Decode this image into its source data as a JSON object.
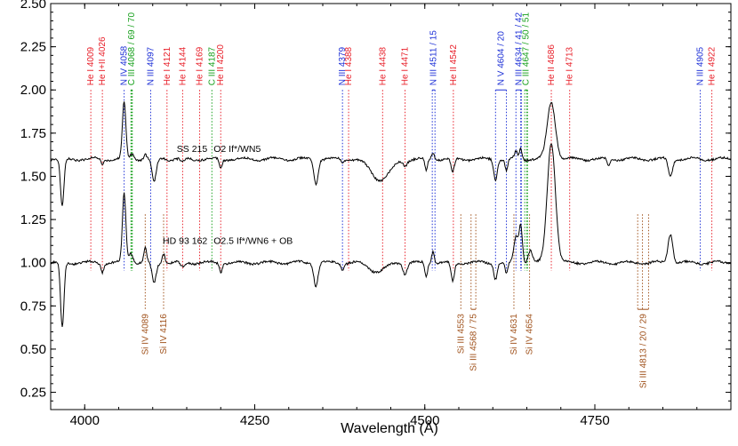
{
  "chart_data": {
    "type": "line",
    "xlabel": "Wavelength (Å)",
    "ylabel": "",
    "xlim": [
      3950,
      4950
    ],
    "ylim": [
      0.15,
      2.5
    ],
    "x_ticks": [
      4000,
      4250,
      4500,
      4750
    ],
    "y_ticks": [
      0.25,
      0.5,
      0.75,
      1.0,
      1.25,
      1.5,
      1.75,
      2.0,
      2.25,
      2.5
    ],
    "y_tick_labels": [
      "0.25",
      "0.50",
      "0.75",
      "1.00",
      "1.25",
      "1.50",
      "1.75",
      "2.00",
      "2.25",
      "2.50"
    ],
    "colors": {
      "he": "#e8202a",
      "n": "#1c2fd6",
      "c": "#17a01c",
      "si": "#a0521c",
      "spectrum": "#000000"
    },
    "series": [
      {
        "name": "SS 215",
        "star_label": "SS 215",
        "sp_type": "O2 If*/WN5",
        "label_at": [
          4200,
          1.64
        ],
        "continuum": 1.6,
        "features": [
          {
            "c": 3967,
            "a": -0.28,
            "w": 2.5
          },
          {
            "c": 4026,
            "a": -0.03,
            "w": 2
          },
          {
            "c": 4058,
            "a": 0.33,
            "w": 2.5
          },
          {
            "c": 4070,
            "a": 0.03,
            "w": 3
          },
          {
            "c": 4089,
            "a": 0.03,
            "w": 2
          },
          {
            "c": 4102,
            "a": -0.14,
            "w": 3
          },
          {
            "c": 4116,
            "a": 0.01,
            "w": 2
          },
          {
            "c": 4144,
            "a": -0.02,
            "w": 3
          },
          {
            "c": 4200,
            "a": -0.05,
            "w": 2
          },
          {
            "c": 4340,
            "a": -0.14,
            "w": 3
          },
          {
            "c": 4379,
            "a": -0.02,
            "w": 2
          },
          {
            "c": 4435,
            "a": -0.12,
            "w": 14
          },
          {
            "c": 4471,
            "a": -0.03,
            "w": 3
          },
          {
            "c": 4502,
            "a": -0.07,
            "w": 2
          },
          {
            "c": 4512,
            "a": 0.04,
            "w": 2
          },
          {
            "c": 4541,
            "a": -0.08,
            "w": 2.5
          },
          {
            "c": 4604,
            "a": -0.12,
            "w": 2.5
          },
          {
            "c": 4620,
            "a": -0.07,
            "w": 2
          },
          {
            "c": 4634,
            "a": 0.04,
            "w": 2
          },
          {
            "c": 4641,
            "a": 0.06,
            "w": 2
          },
          {
            "c": 4686,
            "a": 0.33,
            "w": 6
          },
          {
            "c": 4770,
            "a": -0.04,
            "w": 2
          },
          {
            "c": 4861,
            "a": -0.1,
            "w": 3
          }
        ]
      },
      {
        "name": "HD 93 162",
        "star_label": "HD 93 162",
        "sp_type": "O2.5 If*/WN6 + OB",
        "label_at": [
          4200,
          1.11
        ],
        "continuum": 1.0,
        "features": [
          {
            "c": 3967,
            "a": -0.38,
            "w": 2.5
          },
          {
            "c": 4026,
            "a": -0.05,
            "w": 2
          },
          {
            "c": 4058,
            "a": 0.4,
            "w": 2.5
          },
          {
            "c": 4068,
            "a": 0.06,
            "w": 3
          },
          {
            "c": 4089,
            "a": 0.08,
            "w": 2
          },
          {
            "c": 4102,
            "a": -0.12,
            "w": 3
          },
          {
            "c": 4116,
            "a": 0.06,
            "w": 2
          },
          {
            "c": 4144,
            "a": -0.03,
            "w": 3
          },
          {
            "c": 4200,
            "a": -0.05,
            "w": 2
          },
          {
            "c": 4340,
            "a": -0.13,
            "w": 3
          },
          {
            "c": 4379,
            "a": -0.04,
            "w": 2
          },
          {
            "c": 4430,
            "a": -0.05,
            "w": 12
          },
          {
            "c": 4471,
            "a": -0.06,
            "w": 3
          },
          {
            "c": 4502,
            "a": -0.08,
            "w": 2
          },
          {
            "c": 4512,
            "a": 0.07,
            "w": 2
          },
          {
            "c": 4541,
            "a": -0.11,
            "w": 2.5
          },
          {
            "c": 4604,
            "a": -0.09,
            "w": 2.5
          },
          {
            "c": 4620,
            "a": -0.07,
            "w": 2
          },
          {
            "c": 4634,
            "a": 0.15,
            "w": 3
          },
          {
            "c": 4641,
            "a": 0.22,
            "w": 2.5
          },
          {
            "c": 4655,
            "a": 0.07,
            "w": 3
          },
          {
            "c": 4686,
            "a": 0.7,
            "w": 6
          },
          {
            "c": 4861,
            "a": 0.17,
            "w": 3.5
          }
        ]
      }
    ],
    "top_lines": [
      {
        "text": "He I 4009",
        "wl": [
          4009
        ],
        "color": "he"
      },
      {
        "text": "He I+II 4026",
        "wl": [
          4026
        ],
        "color": "he"
      },
      {
        "text": "N IV 4058",
        "wl": [
          4058
        ],
        "color": "n"
      },
      {
        "text": "C III 4068 / 69 / 70",
        "wl": [
          4068,
          4069,
          4070
        ],
        "color": "c"
      },
      {
        "text": "N III 4097",
        "wl": [
          4097
        ],
        "color": "n"
      },
      {
        "text": "He I 4121",
        "wl": [
          4121
        ],
        "color": "he"
      },
      {
        "text": "He I 4144",
        "wl": [
          4144
        ],
        "color": "he"
      },
      {
        "text": "He I 4169",
        "wl": [
          4169
        ],
        "color": "he"
      },
      {
        "text": "C III 4187",
        "wl": [
          4187
        ],
        "color": "c"
      },
      {
        "text": "He II 4200",
        "wl": [
          4200
        ],
        "color": "he"
      },
      {
        "text": "N III 4379",
        "wl": [
          4379
        ],
        "color": "n"
      },
      {
        "text": "He I 4388",
        "wl": [
          4388
        ],
        "color": "he"
      },
      {
        "text": "He I 4438",
        "wl": [
          4438
        ],
        "color": "he"
      },
      {
        "text": "He I 4471",
        "wl": [
          4471
        ],
        "color": "he"
      },
      {
        "text": "N III 4511 / 15",
        "wl": [
          4511,
          4515
        ],
        "color": "n"
      },
      {
        "text": "He II 4542",
        "wl": [
          4542
        ],
        "color": "he"
      },
      {
        "text": "N V 4604 / 20",
        "wl": [
          4604,
          4620
        ],
        "color": "n"
      },
      {
        "text": "N III 4634 / 41 / 42",
        "wl": [
          4634,
          4641,
          4642
        ],
        "color": "n"
      },
      {
        "text": "C III 4647 / 50 / 51",
        "wl": [
          4647,
          4650,
          4651
        ],
        "color": "c"
      },
      {
        "text": "He II 4686",
        "wl": [
          4686
        ],
        "color": "he"
      },
      {
        "text": "He I 4713",
        "wl": [
          4713
        ],
        "color": "he"
      },
      {
        "text": "N III 4905",
        "wl": [
          4905
        ],
        "color": "n"
      },
      {
        "text": "He I 4922",
        "wl": [
          4922
        ],
        "color": "he"
      }
    ],
    "bottom_lines": [
      {
        "text": "Si IV 4089",
        "wl": [
          4089
        ],
        "color": "si"
      },
      {
        "text": "Si IV 4116",
        "wl": [
          4116
        ],
        "color": "si"
      },
      {
        "text": "Si III 4553",
        "wl": [
          4553
        ],
        "color": "si"
      },
      {
        "text": "Si III 4568 / 75",
        "wl": [
          4568,
          4575
        ],
        "color": "si"
      },
      {
        "text": "Si IV 4631",
        "wl": [
          4631
        ],
        "color": "si"
      },
      {
        "text": "Si IV 4654",
        "wl": [
          4654
        ],
        "color": "si"
      },
      {
        "text": "Si III 4813 / 20 / 29",
        "wl": [
          4813,
          4820,
          4829
        ],
        "color": "si"
      }
    ]
  }
}
